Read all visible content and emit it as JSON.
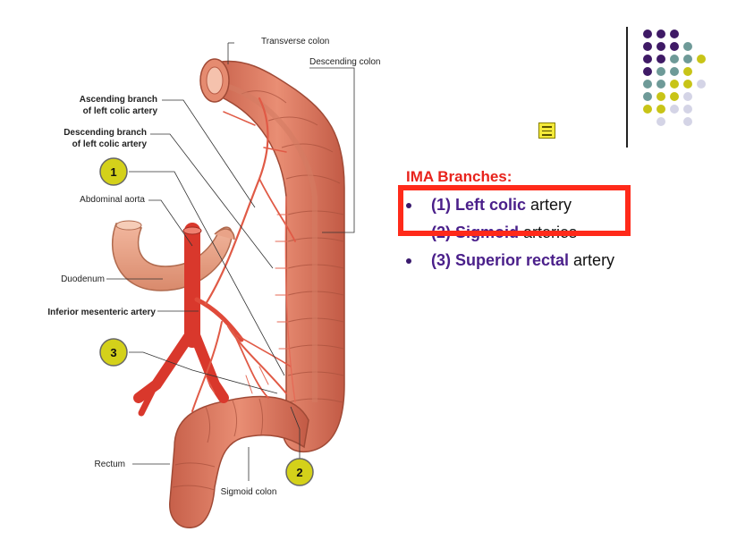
{
  "diagram": {
    "labels": {
      "transverse_colon": "Transverse colon",
      "descending_colon": "Descending colon",
      "ascending_branch_1": "Ascending branch",
      "ascending_branch_2": "of left colic artery",
      "descending_branch_1": "Descending branch",
      "descending_branch_2": "of left colic artery",
      "abdominal_aorta": "Abdominal aorta",
      "duodenum": "Duodenum",
      "inferior_mesenteric": "Inferior mesenteric artery",
      "rectum": "Rectum",
      "sigmoid_colon": "Sigmoid colon"
    },
    "badges": [
      "1",
      "2",
      "3"
    ]
  },
  "slide": {
    "heading": "IMA Branches:",
    "items": [
      {
        "bold": "(1) Left colic",
        "rest": " artery"
      },
      {
        "bold": "(2) Sigmoid",
        "rest": " arteries"
      },
      {
        "bold": "(3) Superior rectal",
        "rest": " artery"
      }
    ]
  },
  "colors": {
    "accent_red": "#ff2a1a",
    "purple": "#4a1f8a",
    "dot_purple": "#3f1a66",
    "dot_teal": "#6e9a98",
    "dot_yellow": "#c8c417",
    "dot_lavender": "#d4d4e6",
    "badge_yellow": "#d4d11a"
  },
  "icons": [
    "note-icon"
  ]
}
